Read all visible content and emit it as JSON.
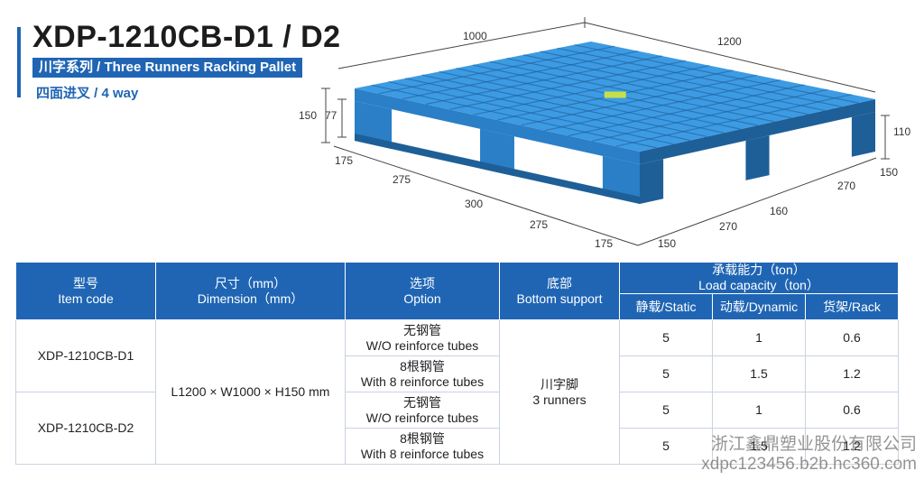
{
  "header": {
    "title": "XDP-1210CB-D1 / D2",
    "series": "川字系列 / Three Runners Racking Pallet",
    "entry": "四面进叉 / 4 way"
  },
  "figure": {
    "dims": {
      "width": "1000",
      "length": "1200",
      "height": "150",
      "entry_height": "77",
      "runner_height": "110",
      "left_a": "175",
      "left_b": "275",
      "left_c": "300",
      "left_d": "275",
      "left_e": "175",
      "right_a": "150",
      "right_b": "270",
      "right_c": "160",
      "right_d": "270",
      "right_e": "150"
    },
    "colors": {
      "pallet_top": "#3d9be3",
      "pallet_side": "#2a7fc7",
      "pallet_dark": "#1e5f98",
      "marker": "#c6e04a"
    }
  },
  "table": {
    "headers": {
      "item_code_cn": "型号",
      "item_code_en": "Item code",
      "dimension_cn": "尺寸（mm）",
      "dimension_en": "Dimension（mm）",
      "option_cn": "选项",
      "option_en": "Option",
      "bottom_cn": "底部",
      "bottom_en": "Bottom support",
      "load_cn": "承载能力（ton）",
      "load_en": "Load capacity（ton）",
      "static": "静载/Static",
      "dynamic": "动载/Dynamic",
      "rack": "货架/Rack"
    },
    "dimension": "L1200 × W1000 × H150 mm",
    "bottom_cn": "川字脚",
    "bottom_en": "3 runners",
    "items": [
      "XDP-1210CB-D1",
      "XDP-1210CB-D2"
    ],
    "rows": [
      {
        "option_cn": "无钢管",
        "option_en": "W/O reinforce tubes",
        "static": "5",
        "dynamic": "1",
        "rack": "0.6"
      },
      {
        "option_cn": "8根钢管",
        "option_en": "With 8 reinforce tubes",
        "static": "5",
        "dynamic": "1.5",
        "rack": "1.2"
      },
      {
        "option_cn": "无钢管",
        "option_en": "W/O reinforce tubes",
        "static": "5",
        "dynamic": "1",
        "rack": "0.6"
      },
      {
        "option_cn": "8根钢管",
        "option_en": "With 8 reinforce tubes",
        "static": "5",
        "dynamic": "1.5",
        "rack": "1.2"
      }
    ]
  },
  "watermark": {
    "company": "浙江鑫鼎塑业股份有限公司",
    "url": "xdpc123456.b2b.hc360.com"
  }
}
